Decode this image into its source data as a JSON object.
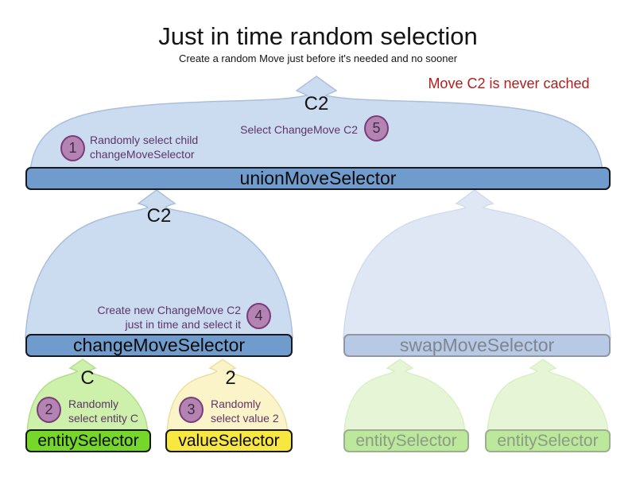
{
  "title": "Just in time random selection",
  "subtitle": "Create a random Move just before it's needed and no sooner",
  "note": "Move C2 is never cached",
  "flow_labels": {
    "union_input": "C2",
    "change_output": "C2",
    "entity_output": "C",
    "value_output": "2"
  },
  "selectors": {
    "union": {
      "label": "unionMoveSelector"
    },
    "change": {
      "label": "changeMoveSelector"
    },
    "swap": {
      "label": "swapMoveSelector"
    },
    "entity": {
      "label": "entitySelector"
    },
    "value": {
      "label": "valueSelector"
    },
    "entity_faded1": {
      "label": "entitySelector"
    },
    "entity_faded2": {
      "label": "entitySelector"
    }
  },
  "steps": [
    {
      "num": "1",
      "line1": "Randomly select child",
      "line2": "changeMoveSelector"
    },
    {
      "num": "2",
      "line1": "Randomly",
      "line2": "select entity C"
    },
    {
      "num": "3",
      "line1": "Randomly",
      "line2": "select value 2"
    },
    {
      "num": "4",
      "line1": "Create new ChangeMove C2",
      "line2": "just in time and select it"
    },
    {
      "num": "5",
      "line1": "Select ChangeMove C2",
      "line2": ""
    }
  ],
  "colors": {
    "note_red": "#b21e1e",
    "flow_blue": "#cbdcf0",
    "bar_blue": "#6f9ccd",
    "bar_blue_faded": "#b7c9e4",
    "bar_green": "#74d729",
    "bar_yellow": "#f8e740",
    "flow_green": "#cdf0ab",
    "flow_yellow": "#fbf4c9",
    "step_circle_purple": "#b384b1",
    "annotation_purple": "#5e3565"
  }
}
